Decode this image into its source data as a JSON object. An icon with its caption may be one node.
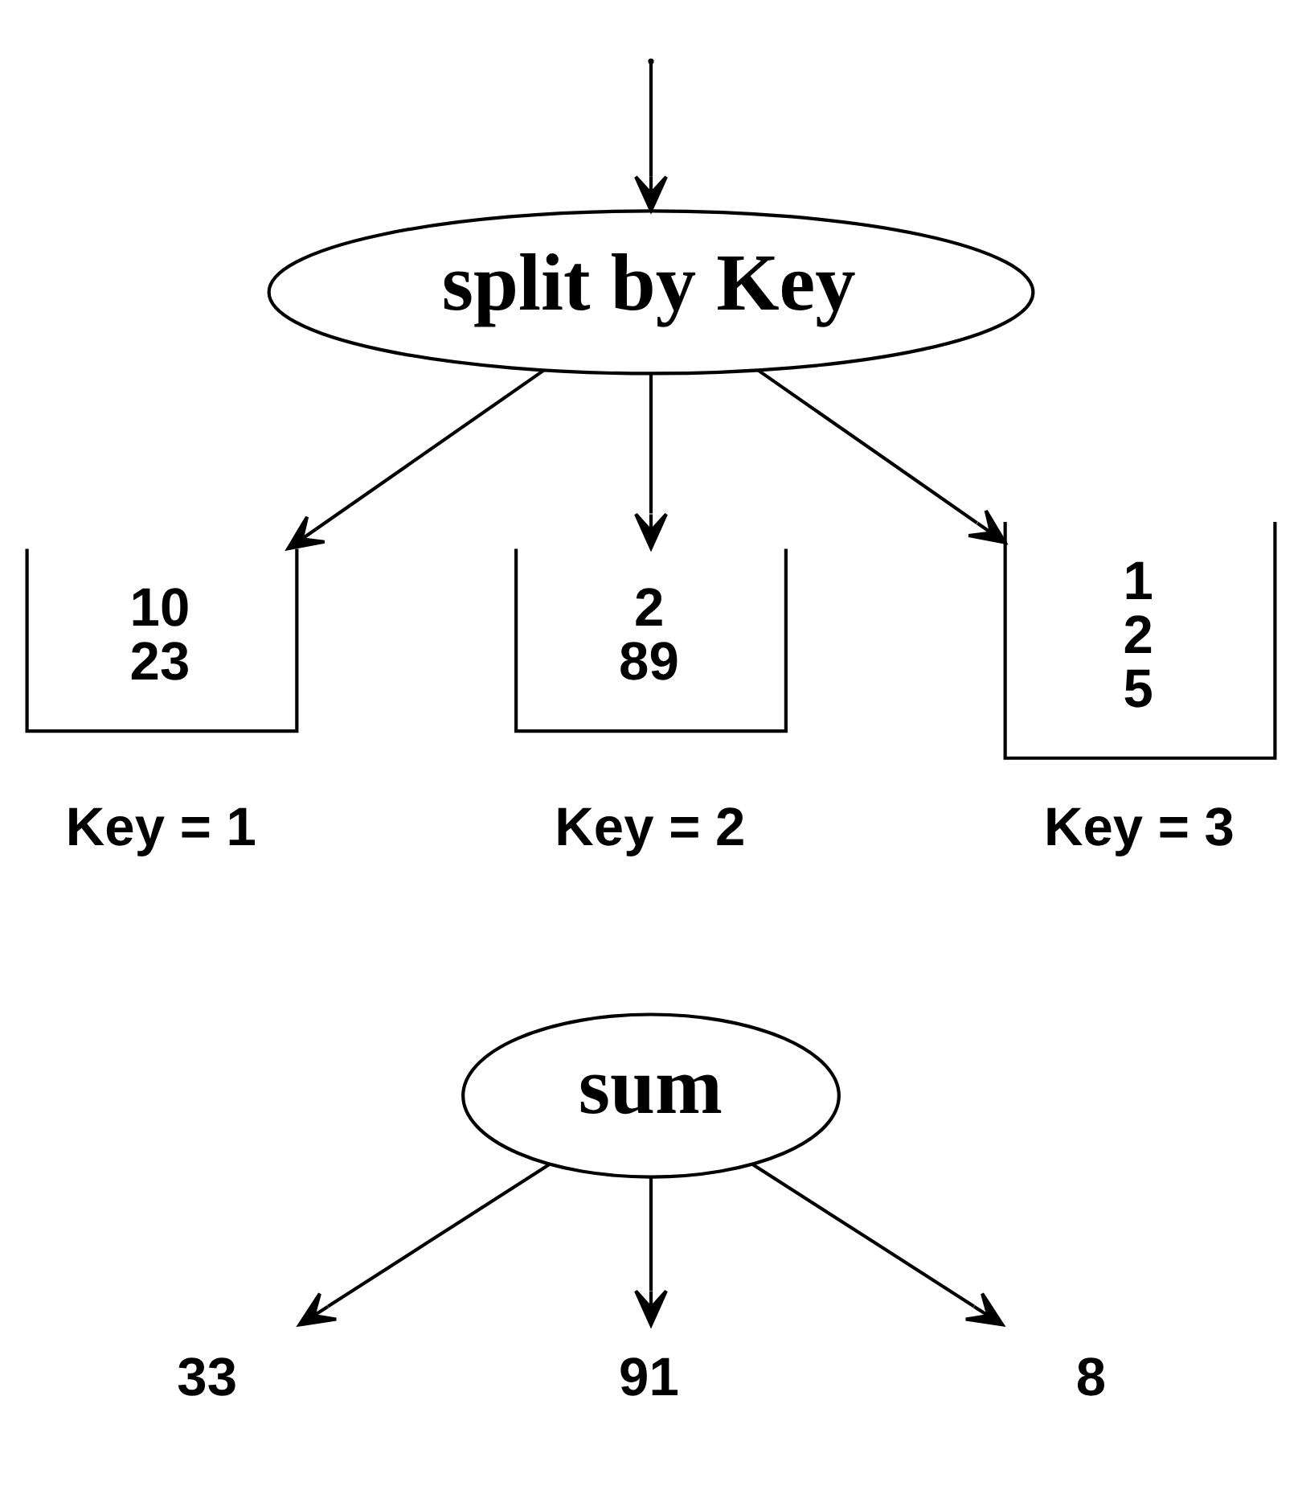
{
  "diagram": {
    "nodes": [
      {
        "text": [
          "split by Key"
        ]
      },
      {
        "text": [
          "10",
          "23"
        ],
        "beside": [
          "Key = 1"
        ]
      },
      {
        "text": [
          "2",
          "89"
        ],
        "beside": [
          "Key = 2"
        ]
      },
      {
        "text": [
          "1",
          "2",
          "5"
        ],
        "beside": [
          "Key = 3"
        ]
      },
      {
        "text": [
          "sum"
        ]
      },
      {
        "text": [
          "33"
        ]
      },
      {
        "text": [
          "91"
        ]
      },
      {
        "text": [
          "8"
        ]
      }
    ],
    "edges": [
      {
        "from": null,
        "to": 0,
        "arrow": "to"
      },
      {
        "from": 0,
        "to": 1,
        "arrow": "to"
      },
      {
        "from": 0,
        "to": 2,
        "arrow": "to"
      },
      {
        "from": 0,
        "to": 3,
        "arrow": "to"
      },
      {
        "from": 4,
        "to": 5,
        "arrow": "to"
      },
      {
        "from": 4,
        "to": 6,
        "arrow": "to"
      },
      {
        "from": 4,
        "to": 7,
        "arrow": "to"
      }
    ]
  }
}
